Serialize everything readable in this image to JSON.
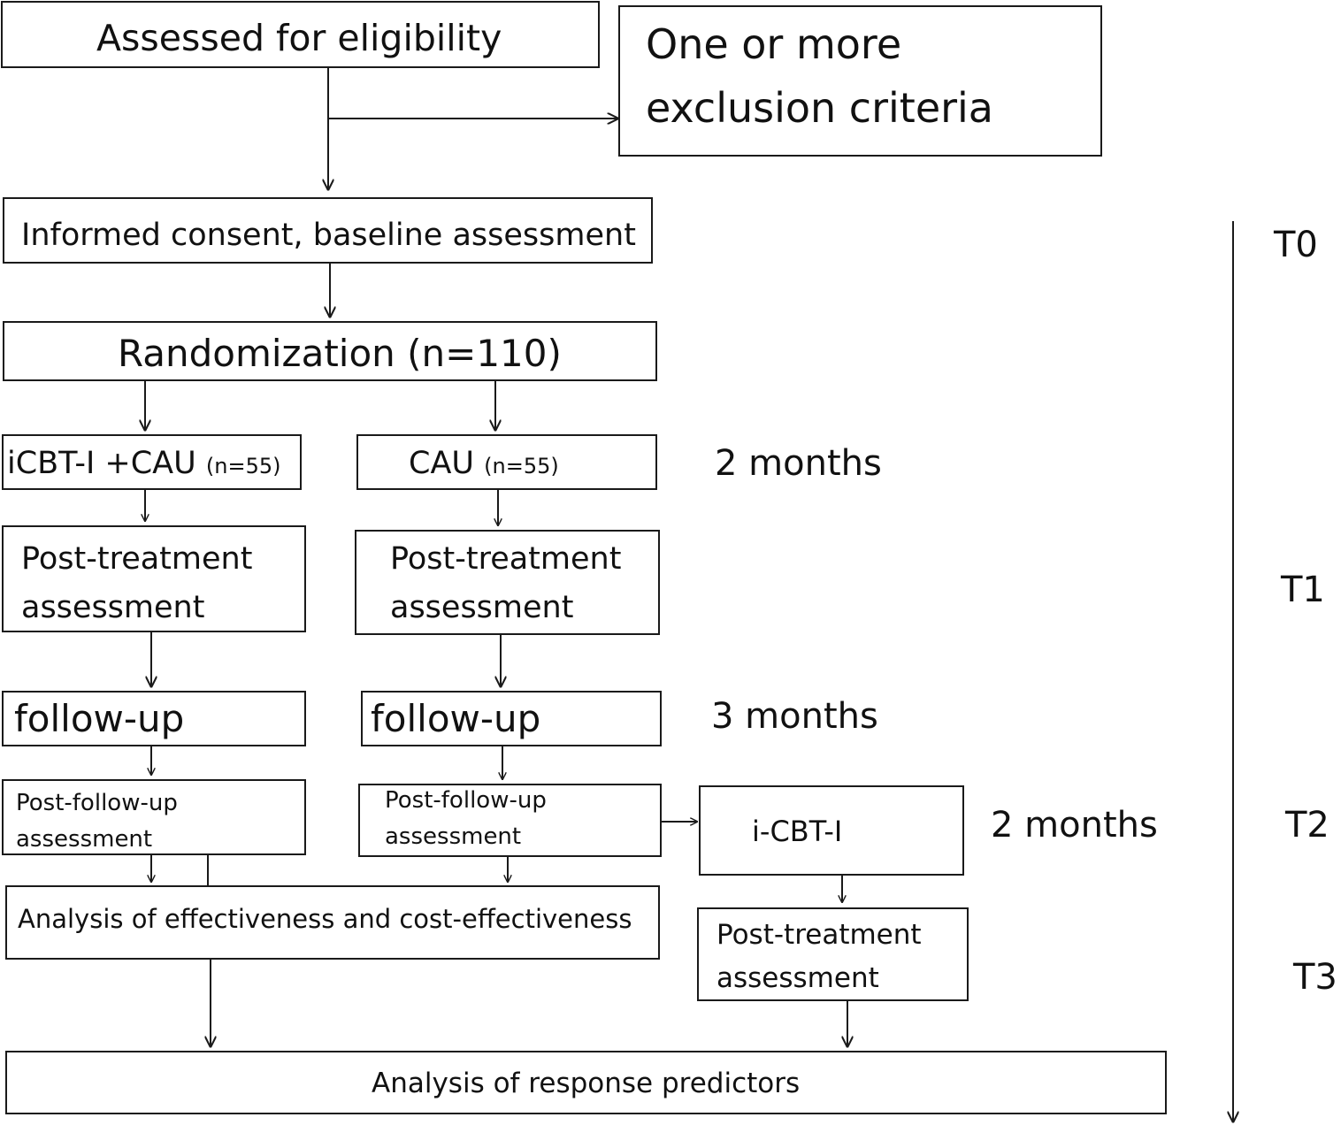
{
  "flow": {
    "eligibility": "Assessed for eligibility",
    "exclusion_line1": "One or more",
    "exclusion_line2": "exclusion criteria",
    "consent": "Informed consent, baseline assessment",
    "randomization": "Randomization (n=110)",
    "arm_a_name": "iCBT-I +CAU",
    "arm_a_n": "(n=55)",
    "arm_b_name": "CAU",
    "arm_b_n": "(n=55)",
    "post_treatment_line1": "Post-treatment",
    "post_treatment_line2": "assessment",
    "follow_up": "follow-up",
    "post_follow_up_line1": "Post-follow-up",
    "post_follow_up_line2": "assessment",
    "icbt_crossover": "i-CBT-I",
    "analysis_effectiveness": "Analysis of effectiveness and cost-effectiveness",
    "analysis_predictors": "Analysis of response predictors"
  },
  "durations": {
    "treatment": "2 months",
    "follow_up": "3 months",
    "crossover": "2 months"
  },
  "timepoints": [
    "T0",
    "T1",
    "T2",
    "T3"
  ]
}
